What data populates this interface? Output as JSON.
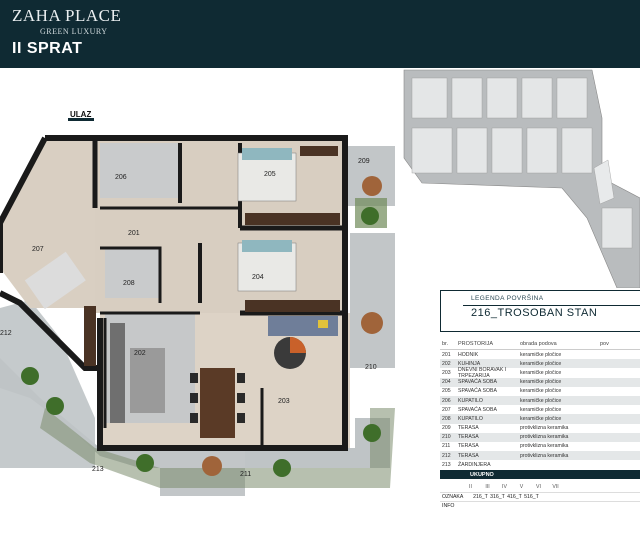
{
  "header": {
    "brand": "ZAHA PLACE",
    "brand_sub": "GREEN LUXURY",
    "floor_title": "II SPRAT"
  },
  "plan": {
    "entrance_label": "ULAZ",
    "rooms": [
      {
        "id": "201"
      },
      {
        "id": "202"
      },
      {
        "id": "203"
      },
      {
        "id": "204"
      },
      {
        "id": "205"
      },
      {
        "id": "206"
      },
      {
        "id": "207"
      },
      {
        "id": "208"
      },
      {
        "id": "209"
      },
      {
        "id": "210"
      },
      {
        "id": "211"
      },
      {
        "id": "212"
      },
      {
        "id": "213"
      }
    ]
  },
  "legend": {
    "title": "LEGENDA POVRŠINA",
    "unit": "216_TROSOBAN STAN",
    "columns": {
      "br": "br.",
      "room": "PROSTORIJA",
      "floor": "obrada podova",
      "area": "pov"
    },
    "rows": [
      {
        "br": "201",
        "room": "HODNIK",
        "floor": "keramičke pločice"
      },
      {
        "br": "202",
        "room": "KUHINJA",
        "floor": "keramičke pločice"
      },
      {
        "br": "203",
        "room": "DNEVNI BORAVAK I TRPEZARIJA",
        "floor": "keramičke pločice"
      },
      {
        "br": "204",
        "room": "SPAVAĆA SOBA",
        "floor": "keramičke pločice"
      },
      {
        "br": "205",
        "room": "SPAVAĆA SOBA",
        "floor": "keramičke pločice"
      },
      {
        "br": "206",
        "room": "KUPATILO",
        "floor": "keramičke pločice"
      },
      {
        "br": "207",
        "room": "SPAVAĆA SOBA",
        "floor": "keramičke pločice"
      },
      {
        "br": "208",
        "room": "KUPATILO",
        "floor": "keramičke pločice"
      },
      {
        "br": "209",
        "room": "TERASA",
        "floor": "protivklizna keramika"
      },
      {
        "br": "210",
        "room": "TERASA",
        "floor": "protivklizna keramika"
      },
      {
        "br": "211",
        "room": "TERASA",
        "floor": "protivklizna keramika"
      },
      {
        "br": "212",
        "room": "TERASA",
        "floor": "protivklizna keramika"
      },
      {
        "br": "213",
        "room": "ŽARDINJERA",
        "floor": ""
      }
    ],
    "total_label": "UKUPNO",
    "floors": [
      "II",
      "III",
      "IV",
      "V",
      "VI",
      "VII"
    ],
    "mark_label": "OZNAKA",
    "marks": [
      "216_T",
      "316_T",
      "416_T",
      "516_T"
    ],
    "info_label": "INFO"
  },
  "colors": {
    "header_bg": "#0f2a33",
    "wall": "#1a1a1a",
    "wood_floor": "#d9cfc2",
    "tile_floor": "#c9cbcc",
    "terrace": "#bfc4c6",
    "greenery": "#5a8a3a"
  }
}
